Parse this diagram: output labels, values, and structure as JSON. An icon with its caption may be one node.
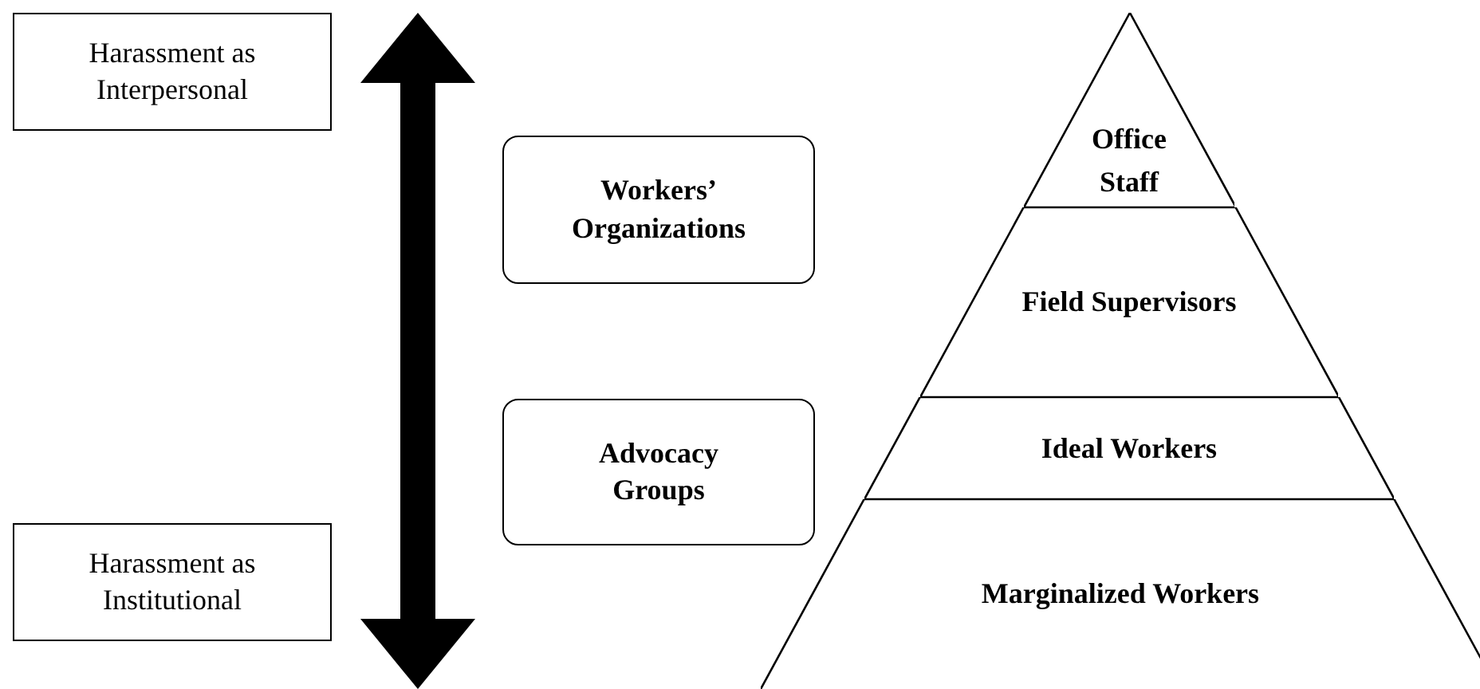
{
  "diagram": {
    "nodes": [
      {
        "text": [
          "Harassment as Interpersonal"
        ]
      },
      {
        "text": [
          "Harassment as Institutional"
        ]
      },
      {
        "text": [
          "Workers’ Organizations"
        ]
      },
      {
        "text": [
          "Advocacy Groups"
        ]
      },
      {
        "text": [
          "Office Staff"
        ]
      },
      {
        "text": [
          "Field Supervisors"
        ]
      },
      {
        "text": [
          "Ideal Workers"
        ]
      },
      {
        "text": [
          "Marginalized Workers"
        ]
      }
    ]
  }
}
